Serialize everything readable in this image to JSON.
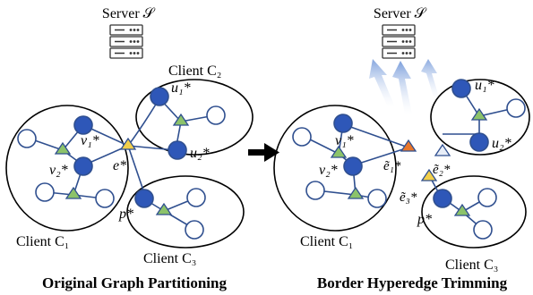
{
  "left_panel": {
    "server_label": "Server 𝒮",
    "client_c1_label": "Client C₁",
    "client_c2_label": "Client C₂",
    "client_c3_label": "Client C₃",
    "node_v1": "v₁*",
    "node_v2": "v₂*",
    "node_u1": "u₁*",
    "node_u2": "u₂*",
    "node_p": "p*",
    "hyperedge_e": "e*",
    "caption": "Original Graph Partitioning"
  },
  "right_panel": {
    "server_label": "Server 𝒮",
    "client_c1_label": "Client C₁",
    "client_c2_label": "Client C₂",
    "client_c3_label": "Client C₃",
    "node_v1": "v₁*",
    "node_v2": "v₂*",
    "node_u1": "u₁*",
    "node_u2": "u₂*",
    "node_p": "p*",
    "hyperedge_e1": "ẽ₁*",
    "hyperedge_e2": "ẽ₂*",
    "hyperedge_e3": "ẽ₃*",
    "caption": "Border Hyperedge Trimming"
  },
  "colors": {
    "node_filled": "#2e57b8",
    "node_empty": "#ffffff",
    "edge_stroke": "#2f4f8f",
    "triangle_green": "#8cc36a",
    "triangle_yellow": "#f2cf4a",
    "triangle_orange": "#e8762a",
    "triangle_pale": "#e8eef8",
    "arrow_blue": "#7da2dc"
  },
  "icons": [
    "server-icon",
    "transition-arrow-icon",
    "upload-arrow-icon"
  ]
}
